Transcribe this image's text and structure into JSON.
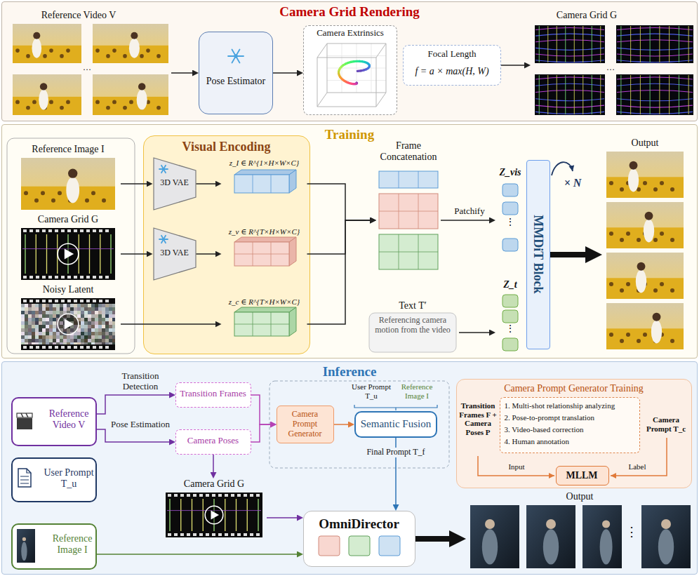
{
  "diagram": {
    "nodes": [
      {
        "text": [
          "Camera Grid Rendering"
        ]
      },
      {
        "text": [
          "Reference Video V"
        ],
        "in": 0
      },
      {
        "text": [
          "Pose Estimator"
        ],
        "in": 0
      },
      {
        "text": [
          "Camera Extrinsics"
        ],
        "in": 0
      },
      {
        "text": [
          "Focal Length",
          "f = a × max(H, W)"
        ],
        "in": 0
      },
      {
        "text": [
          "Camera Grid G"
        ],
        "in": 0
      },
      {
        "text": [
          "Training"
        ]
      },
      {
        "text": [
          "Reference Image I"
        ],
        "in": 6
      },
      {
        "text": [
          "Camera Grid G"
        ],
        "in": 6
      },
      {
        "text": [
          "Noisy Latent"
        ],
        "in": 6
      },
      {
        "text": [
          "Visual Encoding"
        ],
        "in": 6
      },
      {
        "text": [
          "3D VAE"
        ],
        "in": 10
      },
      {
        "text": [
          "3D VAE"
        ],
        "in": 10
      },
      {
        "text": [
          "z_I ∈ R^{1×H×W×C}"
        ],
        "in": 10
      },
      {
        "text": [
          "z_v ∈ R^{T×H×W×C}"
        ],
        "in": 10
      },
      {
        "text": [
          "z_c ∈ R^{T×H×W×C}"
        ],
        "in": 10
      },
      {
        "text": [
          "Frame Concatenation"
        ],
        "in": 6
      },
      {
        "text": [
          "Z_vis"
        ],
        "in": 6
      },
      {
        "text": [
          "Z_t"
        ],
        "in": 6
      },
      {
        "text": [
          "MMDiT Block"
        ],
        "in": 6
      },
      {
        "text": [
          "Text T′",
          "Referencing camera motion from the video"
        ],
        "in": 6
      },
      {
        "text": [
          "Output"
        ],
        "in": 6
      },
      {
        "text": [
          "Inference"
        ]
      },
      {
        "text": [
          "Reference Video V"
        ],
        "in": 22
      },
      {
        "text": [
          "User Prompt T_u"
        ],
        "in": 22
      },
      {
        "text": [
          "Reference Image I"
        ],
        "in": 22
      },
      {
        "text": [
          "Transition Frames"
        ],
        "in": 22
      },
      {
        "text": [
          "Camera Poses"
        ],
        "in": 22
      },
      {
        "text": [
          "Camera Grid G"
        ],
        "in": 22
      },
      {
        "text": [
          "Camera Prompt Generator"
        ],
        "in": 22
      },
      {
        "text": [
          "Semantic Fusion"
        ],
        "in": 22
      },
      {
        "text": [
          "OmniDirector"
        ],
        "in": 22
      },
      {
        "text": [
          "Output"
        ],
        "in": 22
      },
      {
        "text": [
          "Camera Prompt Generator Training"
        ],
        "in": 22
      },
      {
        "text": [
          "1. Multi-shot relationship analyzing",
          "2. Pose-to-prompt translation",
          "3. Video-based correction",
          "4. Human annotation"
        ],
        "in": 33
      },
      {
        "text": [
          "MLLM"
        ],
        "in": 33
      }
    ],
    "edges": [
      {
        "from": 1,
        "to": 2,
        "arrow": "to"
      },
      {
        "from": 2,
        "to": 3,
        "arrow": "to"
      },
      {
        "from": 4,
        "to": 5,
        "arrow": "to"
      },
      {
        "from": 7,
        "to": 11,
        "arrow": "to"
      },
      {
        "from": 11,
        "to": 13,
        "arrow": "to"
      },
      {
        "from": 8,
        "to": 12,
        "arrow": "to"
      },
      {
        "from": 12,
        "to": 14,
        "arrow": "to"
      },
      {
        "from": 9,
        "to": 15,
        "arrow": "to"
      },
      {
        "from": 13,
        "to": 16,
        "arrow": "to"
      },
      {
        "from": 14,
        "to": 16,
        "arrow": "to"
      },
      {
        "from": 15,
        "to": 16,
        "arrow": "to"
      },
      {
        "from": 16,
        "to": 17,
        "label": "Patchify",
        "arrow": "to"
      },
      {
        "from": 20,
        "to": 18,
        "arrow": "to"
      },
      {
        "from": 19,
        "to": 21,
        "arrow": "to"
      },
      {
        "from": 23,
        "to": 26,
        "label": "Transition Detection",
        "arrow": "to"
      },
      {
        "from": 23,
        "to": 27,
        "label": "Pose Estimation",
        "arrow": "to"
      },
      {
        "from": 27,
        "to": 28,
        "arrow": "to"
      },
      {
        "from": 26,
        "to": 29,
        "arrow": "to"
      },
      {
        "from": 27,
        "to": 29,
        "arrow": "to"
      },
      {
        "from": 29,
        "to": 30,
        "arrow": "to"
      },
      {
        "from": 30,
        "to": 31,
        "label": "Final Prompt T_f",
        "arrow": "to"
      },
      {
        "from": 28,
        "to": 31,
        "arrow": "to"
      },
      {
        "from": 25,
        "to": 31,
        "arrow": "to"
      },
      {
        "from": 31,
        "to": 32,
        "arrow": "to"
      }
    ],
    "labels": [
      "…",
      "…",
      "× N",
      "⋮",
      "⋮",
      "User Prompt T_u",
      "Reference Image I",
      "Transition Frames F + Camera Poses P",
      "Camera Prompt T_c",
      "Input",
      "Label",
      "⋮"
    ]
  }
}
